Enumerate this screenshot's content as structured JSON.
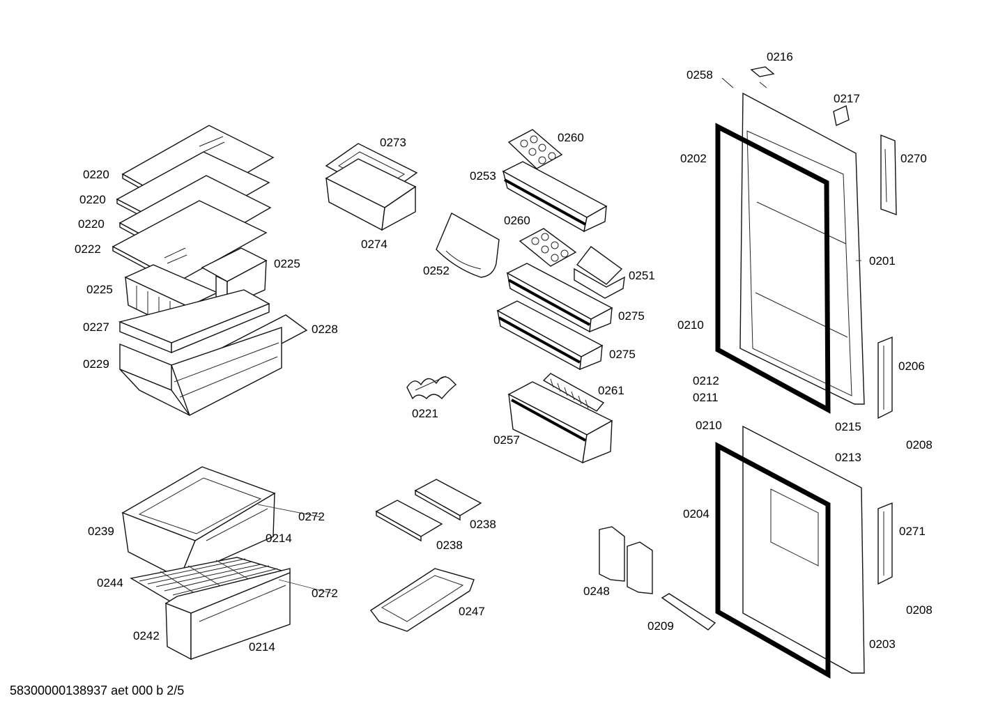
{
  "diagram": {
    "footer": "58300000138937 aet 000 b 2/5",
    "labels": [
      {
        "id": "lbl-0220-a",
        "text": "0220"
      },
      {
        "id": "lbl-0220-b",
        "text": "0220"
      },
      {
        "id": "lbl-0220-c",
        "text": "0220"
      },
      {
        "id": "lbl-0222",
        "text": "0222"
      },
      {
        "id": "lbl-0225-a",
        "text": "0225"
      },
      {
        "id": "lbl-0225-b",
        "text": "0225"
      },
      {
        "id": "lbl-0227",
        "text": "0227"
      },
      {
        "id": "lbl-0228",
        "text": "0228"
      },
      {
        "id": "lbl-0229",
        "text": "0229"
      },
      {
        "id": "lbl-0273",
        "text": "0273"
      },
      {
        "id": "lbl-0274",
        "text": "0274"
      },
      {
        "id": "lbl-0252",
        "text": "0252"
      },
      {
        "id": "lbl-0221",
        "text": "0221"
      },
      {
        "id": "lbl-0260-a",
        "text": "0260"
      },
      {
        "id": "lbl-0253",
        "text": "0253"
      },
      {
        "id": "lbl-0260-b",
        "text": "0260"
      },
      {
        "id": "lbl-0251",
        "text": "0251"
      },
      {
        "id": "lbl-0275-a",
        "text": "0275"
      },
      {
        "id": "lbl-0275-b",
        "text": "0275"
      },
      {
        "id": "lbl-0261",
        "text": "0261"
      },
      {
        "id": "lbl-0257",
        "text": "0257"
      },
      {
        "id": "lbl-0258",
        "text": "0258"
      },
      {
        "id": "lbl-0216",
        "text": "0216"
      },
      {
        "id": "lbl-0217",
        "text": "0217"
      },
      {
        "id": "lbl-0202",
        "text": "0202"
      },
      {
        "id": "lbl-0270",
        "text": "0270"
      },
      {
        "id": "lbl-0201",
        "text": "0201"
      },
      {
        "id": "lbl-0210-a",
        "text": "0210"
      },
      {
        "id": "lbl-0212",
        "text": "0212"
      },
      {
        "id": "lbl-0211",
        "text": "0211"
      },
      {
        "id": "lbl-0210-b",
        "text": "0210"
      },
      {
        "id": "lbl-0215",
        "text": "0215"
      },
      {
        "id": "lbl-0213",
        "text": "0213"
      },
      {
        "id": "lbl-0206",
        "text": "0206"
      },
      {
        "id": "lbl-0208-a",
        "text": "0208"
      },
      {
        "id": "lbl-0204",
        "text": "0204"
      },
      {
        "id": "lbl-0271",
        "text": "0271"
      },
      {
        "id": "lbl-0208-b",
        "text": "0208"
      },
      {
        "id": "lbl-0203",
        "text": "0203"
      },
      {
        "id": "lbl-0209",
        "text": "0209"
      },
      {
        "id": "lbl-0248",
        "text": "0248"
      },
      {
        "id": "lbl-0238-a",
        "text": "0238"
      },
      {
        "id": "lbl-0238-b",
        "text": "0238"
      },
      {
        "id": "lbl-0247",
        "text": "0247"
      },
      {
        "id": "lbl-0239",
        "text": "0239"
      },
      {
        "id": "lbl-0272-a",
        "text": "0272"
      },
      {
        "id": "lbl-0214-a",
        "text": "0214"
      },
      {
        "id": "lbl-0244",
        "text": "0244"
      },
      {
        "id": "lbl-0272-b",
        "text": "0272"
      },
      {
        "id": "lbl-0242",
        "text": "0242"
      },
      {
        "id": "lbl-0214-b",
        "text": "0214"
      }
    ]
  }
}
